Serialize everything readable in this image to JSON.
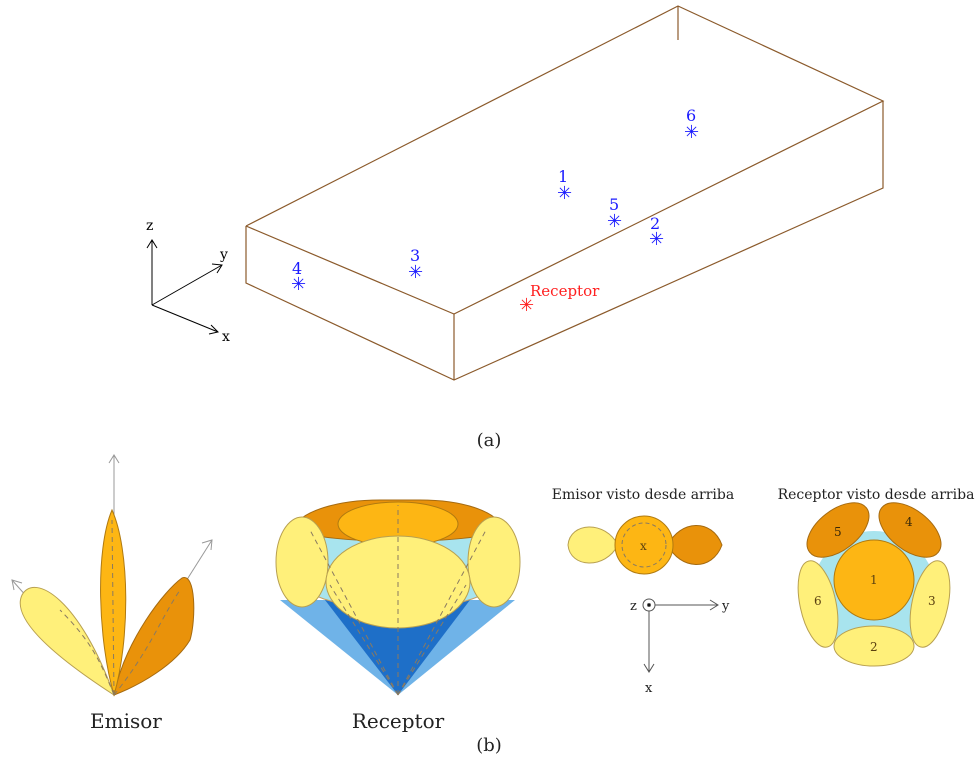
{
  "top_figure": {
    "axes": {
      "z": "z",
      "y": "y",
      "x": "x"
    },
    "emitters": [
      {
        "label": "1"
      },
      {
        "label": "2"
      },
      {
        "label": "3"
      },
      {
        "label": "4"
      },
      {
        "label": "5"
      },
      {
        "label": "6"
      }
    ],
    "receptor_label": "Receptor",
    "caption": "(a)",
    "colors": {
      "box": "#8B5A2B",
      "emitter": "#1a1aff",
      "receptor": "#ff2020"
    }
  },
  "bottom_figure": {
    "emisor_label": "Emisor",
    "receptor_label": "Receptor",
    "emisor_top_title": "Emisor visto desde arriba",
    "receptor_top_title": "Receptor visto desde arriba",
    "emisor_top_center": "x",
    "top_axes": {
      "z": "z",
      "y": "y",
      "x": "x"
    },
    "receptor_petals": [
      "1",
      "2",
      "3",
      "4",
      "5",
      "6"
    ],
    "caption": "(b)",
    "colors": {
      "light_yellow": "#FFF07A",
      "mid_orange": "#FDB614",
      "dark_orange": "#E9920A",
      "cyan": "#A8E4EE",
      "blue_light": "#6FB3E8",
      "blue_dark": "#1E6FC8"
    }
  }
}
